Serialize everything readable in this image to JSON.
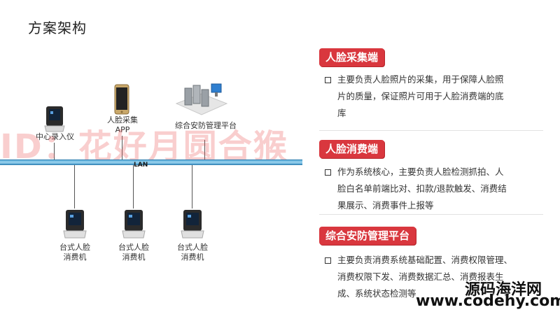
{
  "page": {
    "title": "方案架构"
  },
  "network": {
    "label": "LAN"
  },
  "devices": {
    "enroll": "中心录入仪",
    "app_line1": "人脸采集",
    "app_line2": "APP",
    "platform": "综合安防管理平台",
    "terminal_line1": "台式人脸",
    "terminal_line2": "消费机"
  },
  "sections": [
    {
      "title": "人脸采集端",
      "lines": [
        "主要负责人脸照片的采集，用于保障人脸照",
        "片的质量，保证照片可用于人脸消费端的底",
        "库"
      ]
    },
    {
      "title": "人脸消费端",
      "lines": [
        "作为系统核心，主要负责人脸检测抓拍、人",
        "脸白名单前端比对、扣款/退款触发、消费结",
        "果展示、消费事件上报等"
      ]
    },
    {
      "title": "综合安防管理平台",
      "lines": [
        "主要负责消费系统基础配置、消费权限管理、",
        "消费权限下发、消费数据汇总、消费报表生",
        "成、系统状态检测等"
      ]
    }
  ],
  "watermarks": {
    "center": "ID：花好月圆合猴",
    "footer_line1": "源码海洋网",
    "footer_line2": "www.codehy.com"
  },
  "colors": {
    "accent": "#d9373e",
    "lan": "#5fb0dc"
  }
}
